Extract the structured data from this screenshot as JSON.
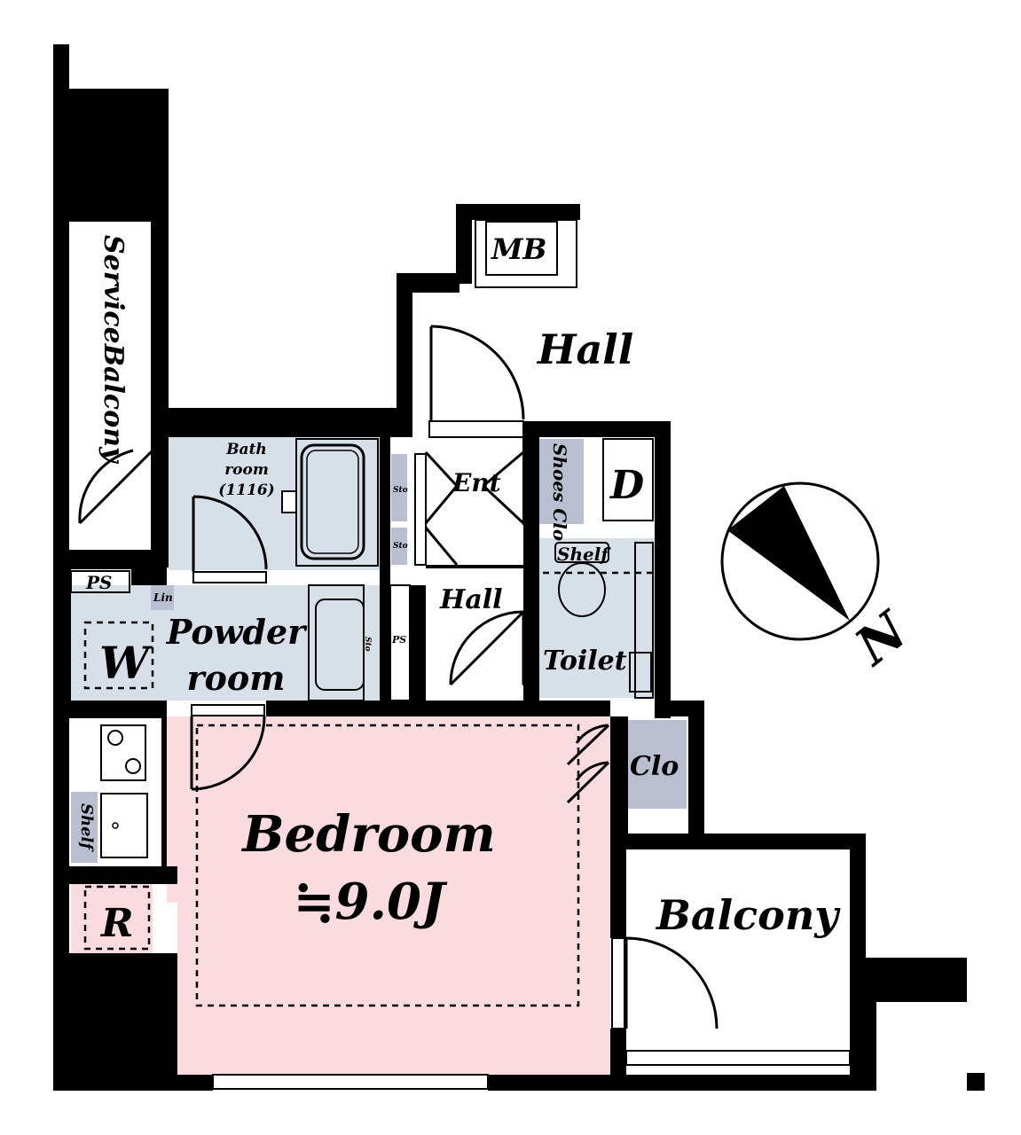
{
  "floorplan": {
    "colors": {
      "wall": "#000000",
      "wet_area": "#d7dfe8",
      "storage": "#b9bfd0",
      "bedroom": "#f9dbe0",
      "background": "#ffffff"
    },
    "rooms": {
      "bedroom": "Bedroom",
      "bedroom_size": "≒9.0J",
      "balcony": "Balcony",
      "service_balcony": "ServiceBalcony",
      "hall_outer": "Hall",
      "hall_inner": "Hall",
      "mb": "MB",
      "entrance": "Ent",
      "shoes_closet": "Shoes Clo",
      "d": "D",
      "bath_line1": "Bath",
      "bath_line2": "room",
      "bath_line3": "(1116)",
      "sto_top": "Sto",
      "sto_bottom": "Sto",
      "shelf_toilet": "Shelf",
      "toilet": "Toilet",
      "ps_left": "PS",
      "ps_center": "PS",
      "lin": "Lin",
      "washer": "W",
      "powder_line1": "Powder",
      "powder_line2": "room",
      "sto_vanity": "Sto",
      "kitchen_shelf": "Shelf",
      "refrigerator": "R",
      "closet": "Clo"
    },
    "compass": {
      "north_label": "N"
    }
  }
}
